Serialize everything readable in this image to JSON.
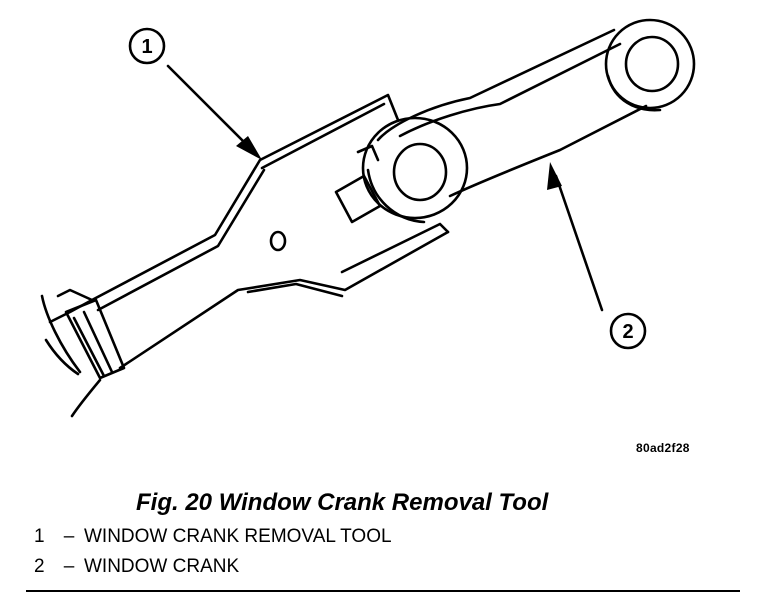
{
  "figure": {
    "callouts": [
      {
        "number": "1"
      },
      {
        "number": "2"
      }
    ],
    "image_code": "80ad2f28",
    "caption": "Fig. 20 Window Crank Removal Tool"
  },
  "legend": [
    {
      "number": "1",
      "dash": "–",
      "text": "WINDOW CRANK REMOVAL TOOL"
    },
    {
      "number": "2",
      "dash": "–",
      "text": "WINDOW CRANK"
    }
  ]
}
